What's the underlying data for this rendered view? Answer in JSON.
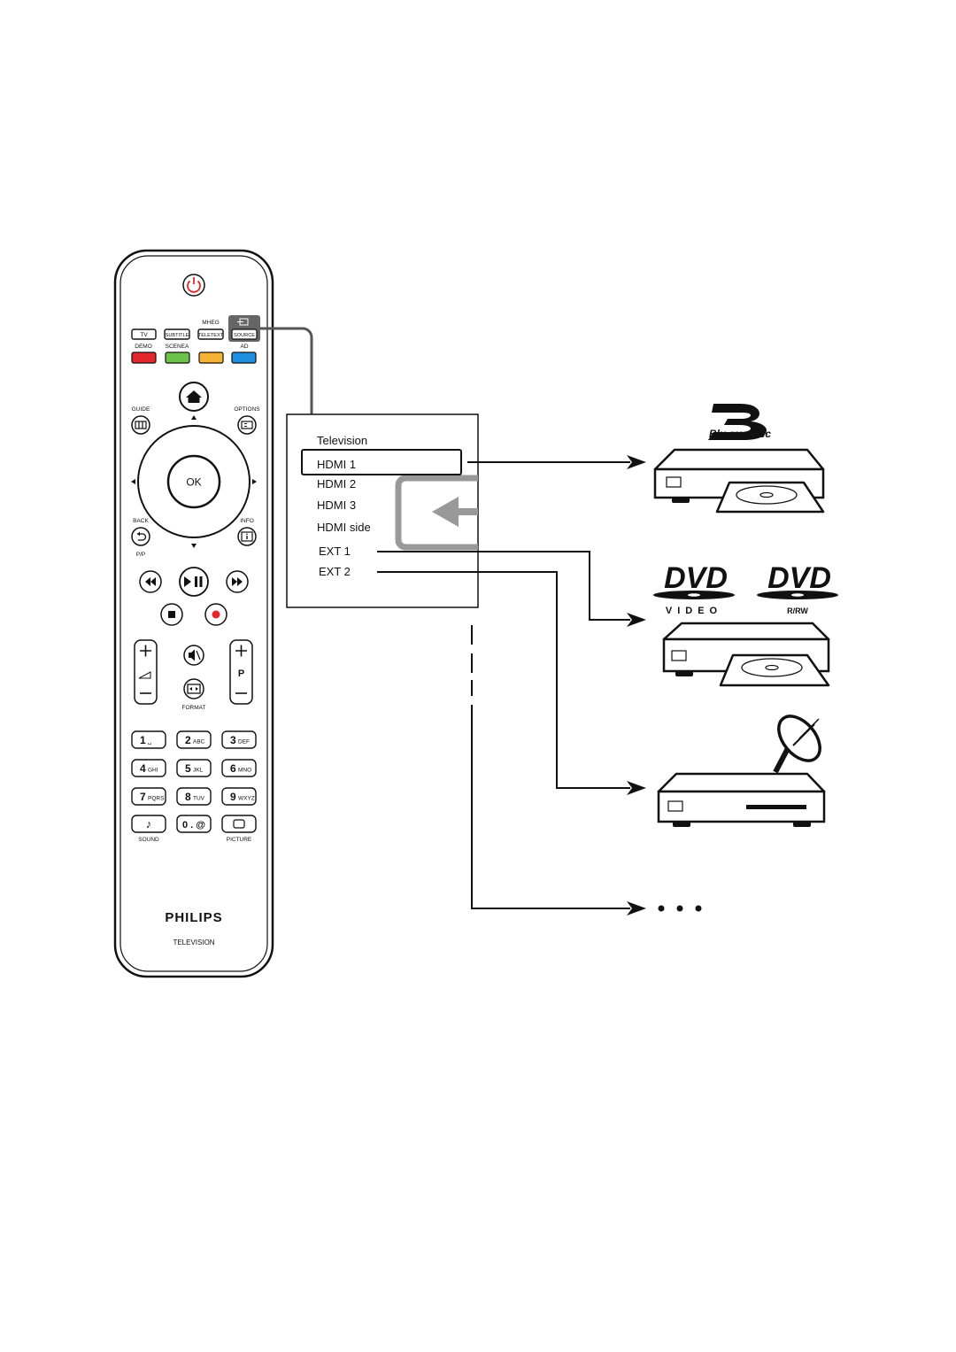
{
  "remote": {
    "brand": "PHILIPS",
    "subtitle": "TELEVISION",
    "top_labels": {
      "mheg": "MHEG"
    },
    "row_buttons": [
      {
        "label": "TV",
        "below": "DEMO",
        "color": "#e3262c"
      },
      {
        "label": "SUBTITLE",
        "below": "SCENEA",
        "color": "#6cc24a"
      },
      {
        "label": "TELETEXT",
        "below": "",
        "color": "#f5b335"
      },
      {
        "label": "SOURCE",
        "below": "AD",
        "color": "#1f8fe0"
      }
    ],
    "nav": {
      "guide": "GUIDE",
      "options": "OPTIONS",
      "back": "BACK",
      "info": "INFO",
      "pp": "P/P",
      "ok": "OK"
    },
    "format": "FORMAT",
    "p_label": "P",
    "keypad": [
      {
        "num": "1",
        "sub": "␣"
      },
      {
        "num": "2",
        "sub": "ABC"
      },
      {
        "num": "3",
        "sub": "DEF"
      },
      {
        "num": "4",
        "sub": "GHI"
      },
      {
        "num": "5",
        "sub": "JKL"
      },
      {
        "num": "6",
        "sub": "MNO"
      },
      {
        "num": "7",
        "sub": "PQRS"
      },
      {
        "num": "8",
        "sub": "TUV"
      },
      {
        "num": "9",
        "sub": "WXYZ"
      }
    ],
    "bottom_keys": {
      "zero": "0 . @",
      "sound": "SOUND",
      "picture": "PICTURE"
    },
    "icons": [
      "power-icon",
      "home-icon",
      "rewind-icon",
      "play-pause-icon",
      "fast-forward-icon",
      "stop-icon",
      "record-icon",
      "mute-icon",
      "volume-icon"
    ]
  },
  "source_menu": {
    "items": [
      "Television",
      "HDMI 1",
      "HDMI 2",
      "HDMI 3",
      "HDMI side",
      "EXT 1",
      "EXT 2"
    ],
    "selected": "HDMI 1"
  },
  "devices": [
    {
      "logo": "Blu-ray Disc",
      "type": "disc-player"
    },
    {
      "logo": "DVD",
      "logo_sub": "VIDEO",
      "logo2": "DVD",
      "logo2_sub": "R/RW",
      "type": "disc-player"
    },
    {
      "type": "satellite-receiver"
    }
  ],
  "colors": {
    "ink": "#111111",
    "connector": "#555555",
    "source_key": "#666666",
    "power": "#e3262c",
    "record": "#e3262c"
  }
}
